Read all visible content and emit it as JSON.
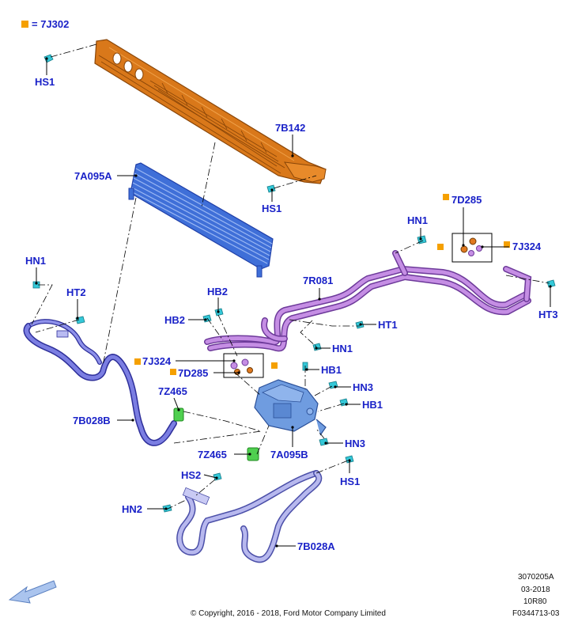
{
  "legend": {
    "swatch_color": "#f5a000",
    "text": "= 7J302"
  },
  "colors": {
    "label": "#1a22c8",
    "orange": "#d9781a",
    "orange_dark": "#8a4608",
    "blue_cooler": "#3f6fd8",
    "blue_dark": "#1f3fa8",
    "purple": "#b57ad8",
    "purple_dark": "#6d3a9a",
    "indigo": "#6f72d8",
    "lavender": "#a9aae8",
    "steel": "#6f9ce0",
    "teal": "#34c8d8",
    "green": "#4fcf4f",
    "swatch": "#f5a000"
  },
  "labels": {
    "hs1_a": "HS1",
    "b7b142": "7B142",
    "hs1_b": "HS1",
    "a7a095a": "7A095A",
    "d7d285_top": "7D285",
    "hn1_top": "HN1",
    "j7j324_top": "7J324",
    "hn1_left": "HN1",
    "ht2": "HT2",
    "r7r081": "7R081",
    "ht3": "HT3",
    "hb2_a": "HB2",
    "hb2_b": "HB2",
    "ht1": "HT1",
    "hn1_mid": "HN1",
    "j7j324_mid": "7J324",
    "hb1_a": "HB1",
    "d7d285_mid": "7D285",
    "hn3_a": "HN3",
    "z7z465_a": "7Z465",
    "hb1_b": "HB1",
    "b7b028b": "7B028B",
    "hn3_b": "HN3",
    "z7z465_b": "7Z465",
    "a7a095b": "7A095B",
    "hs2": "HS2",
    "hs1_c": "HS1",
    "hn2": "HN2",
    "b7b028a": "7B028A"
  },
  "footer": {
    "code1": "3070205A",
    "date": "03-2018",
    "model": "10R80",
    "copyright": "© Copyright, 2016 - 2018, Ford Motor Company Limited",
    "code2": "F0344713-03"
  },
  "icons": {
    "direction": "direction-arrow-icon"
  }
}
